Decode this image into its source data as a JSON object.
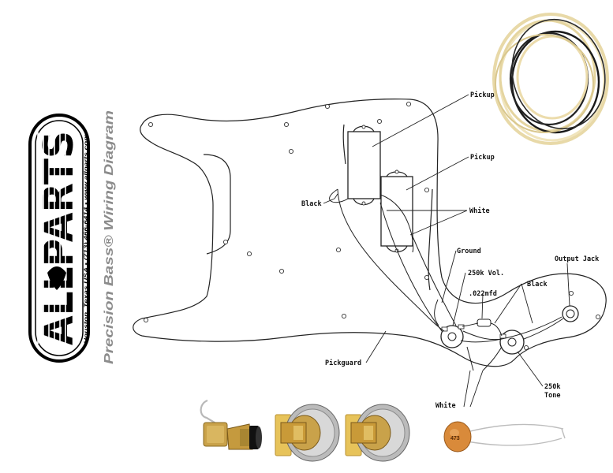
{
  "title": "Precision Bass® Wiring Diagram",
  "logo": {
    "brand": "ALLPARTS",
    "address_line": "Houston, Texas USA • (713) 466-6414 • www.allparts.com"
  },
  "labels": {
    "pickup_top": "Pickup",
    "pickup_bottom": "Pickup",
    "black_left": "Black",
    "white_top": "White",
    "ground": "Ground",
    "vol": "250k Vol.",
    "black_right": "Black",
    "cap": ".022mfd",
    "output_jack": "Output Jack",
    "pickguard": "Pickguard",
    "tone_value": "250k",
    "tone": "Tone",
    "white_bottom": "White",
    "cap_marking": "473"
  },
  "colors": {
    "title": "#8c8c8c",
    "wire_cream": "#f0e4bc",
    "wire_black": "#1a1a1a",
    "brass": "#c9a24a",
    "pot_board": "#e7c35a",
    "capacitor": "#d98a3a"
  }
}
